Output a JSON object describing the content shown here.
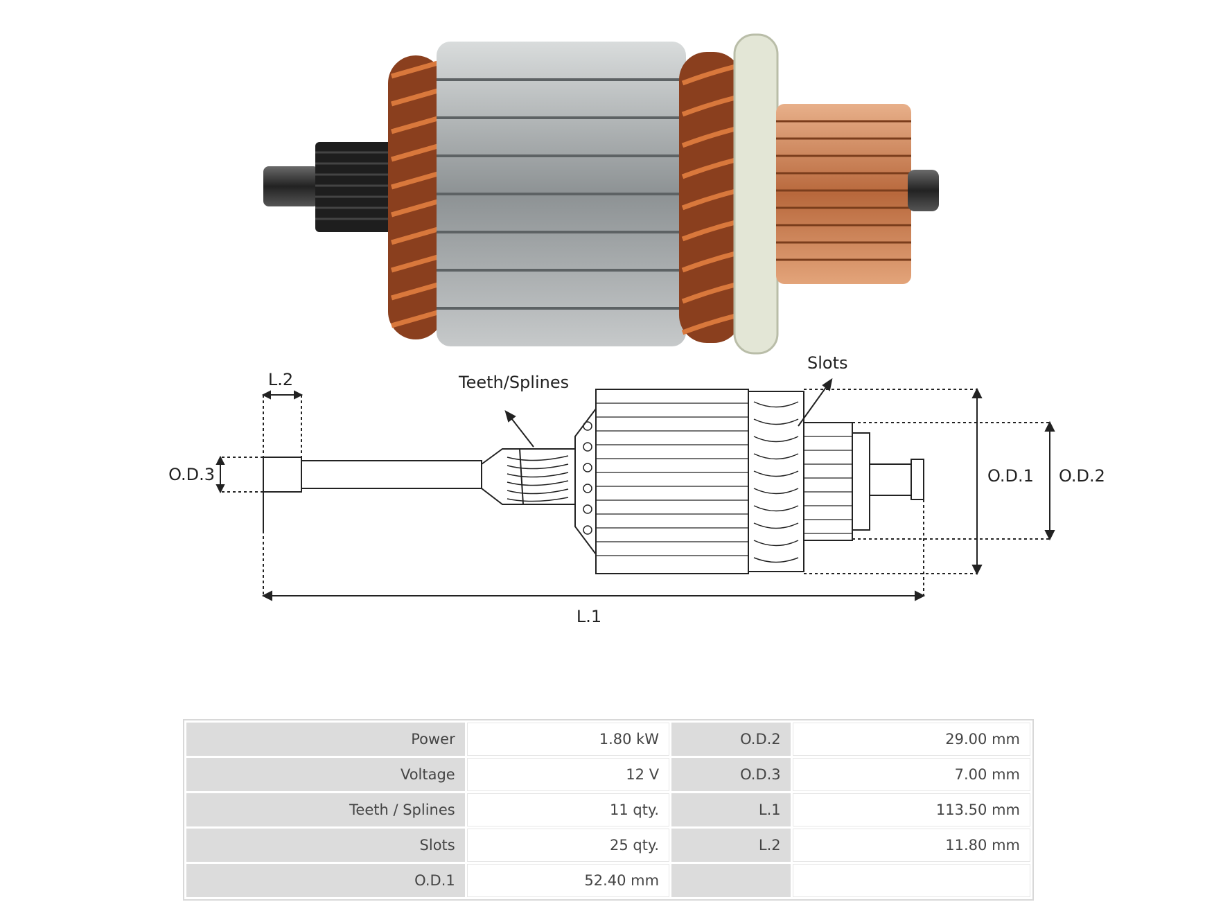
{
  "diagram": {
    "callouts": {
      "teeth": "Teeth/Splines",
      "slots": "Slots",
      "l1": "L.1",
      "l2": "L.2",
      "od1": "O.D.1",
      "od2": "O.D.2",
      "od3": "O.D.3"
    }
  },
  "specs": {
    "rows": [
      {
        "label_a": "Power",
        "value_a": "1.80 kW",
        "label_b": "O.D.2",
        "value_b": "29.00 mm"
      },
      {
        "label_a": "Voltage",
        "value_a": "12 V",
        "label_b": "O.D.3",
        "value_b": "7.00 mm"
      },
      {
        "label_a": "Teeth / Splines",
        "value_a": "11 qty.",
        "label_b": "L.1",
        "value_b": "113.50 mm"
      },
      {
        "label_a": "Slots",
        "value_a": "25 qty.",
        "label_b": "L.2",
        "value_b": "11.80 mm"
      },
      {
        "label_a": "O.D.1",
        "value_a": "52.40 mm",
        "label_b": "",
        "value_b": ""
      }
    ]
  }
}
